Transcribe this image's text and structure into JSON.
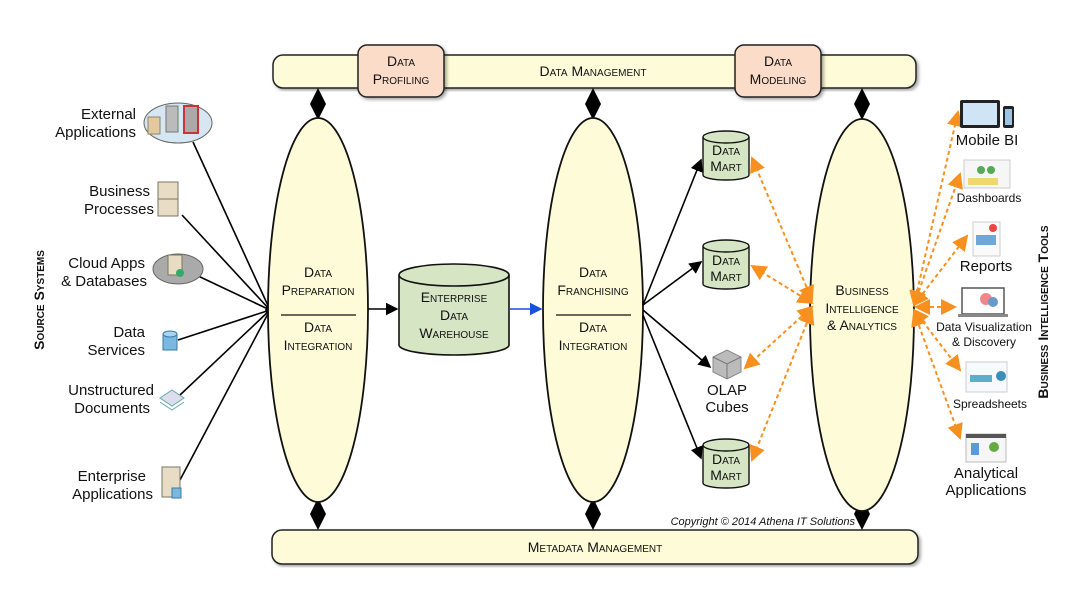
{
  "colors": {
    "band": "#fefbd8",
    "tab": "#fbdcc8",
    "cylinder": "#d6e6c5",
    "orange": "#f7901e",
    "blue": "#1a4fe0"
  },
  "top_band": {
    "label": "Data Management",
    "tabs": [
      {
        "label1": "Data",
        "label2": "Profiling"
      },
      {
        "label1": "Data",
        "label2": "Modeling"
      }
    ]
  },
  "bottom_band": {
    "label": "Metadata Management"
  },
  "source_systems": {
    "title": "Source Systems",
    "items": [
      {
        "line1": "External",
        "line2": "Applications",
        "icon": "cloud-servers-icon"
      },
      {
        "line1": "Business",
        "line2": "Processes",
        "icon": "file-cabinet-icon"
      },
      {
        "line1": "Cloud Apps",
        "line2": "& Databases",
        "icon": "cloud-server-icon"
      },
      {
        "line1": "Data",
        "line2": "Services",
        "icon": "database-icon"
      },
      {
        "line1": "Unstructured",
        "line2": "Documents",
        "icon": "documents-icon"
      },
      {
        "line1": "Enterprise",
        "line2": "Applications",
        "icon": "server-icon"
      }
    ]
  },
  "stages": {
    "prep": {
      "line1": "Data",
      "line2": "Preparation",
      "line3": "Data",
      "line4": "Integration"
    },
    "edw": {
      "line1": "Enterprise",
      "line2": "Data",
      "line3": "Warehouse"
    },
    "franchise": {
      "line1": "Data",
      "line2": "Franchising",
      "line3": "Data",
      "line4": "Integration"
    },
    "marts": [
      {
        "line1": "Data",
        "line2": "Mart"
      },
      {
        "line1": "Data",
        "line2": "Mart"
      },
      {
        "line1": "Data",
        "line2": "Mart"
      }
    ],
    "olap": {
      "line1": "OLAP",
      "line2": "Cubes"
    },
    "bi": {
      "line1": "Business",
      "line2": "Intelligence",
      "line3": "& Analytics"
    }
  },
  "bi_tools": {
    "title": "Business Intelligence Tools",
    "items": [
      {
        "line1": "Mobile BI",
        "icon": "mobile-devices-icon"
      },
      {
        "line1": "Dashboards",
        "icon": "dashboard-icon"
      },
      {
        "line1": "Reports",
        "icon": "report-icon"
      },
      {
        "line1": "Data Visualization",
        "line2": "& Discovery",
        "icon": "laptop-chart-icon"
      },
      {
        "line1": "Spreadsheets",
        "icon": "spreadsheet-icon"
      },
      {
        "line1": "Analytical",
        "line2": "Applications",
        "icon": "analytics-app-icon"
      }
    ]
  },
  "copyright": "Copyright © 2014 Athena IT Solutions"
}
